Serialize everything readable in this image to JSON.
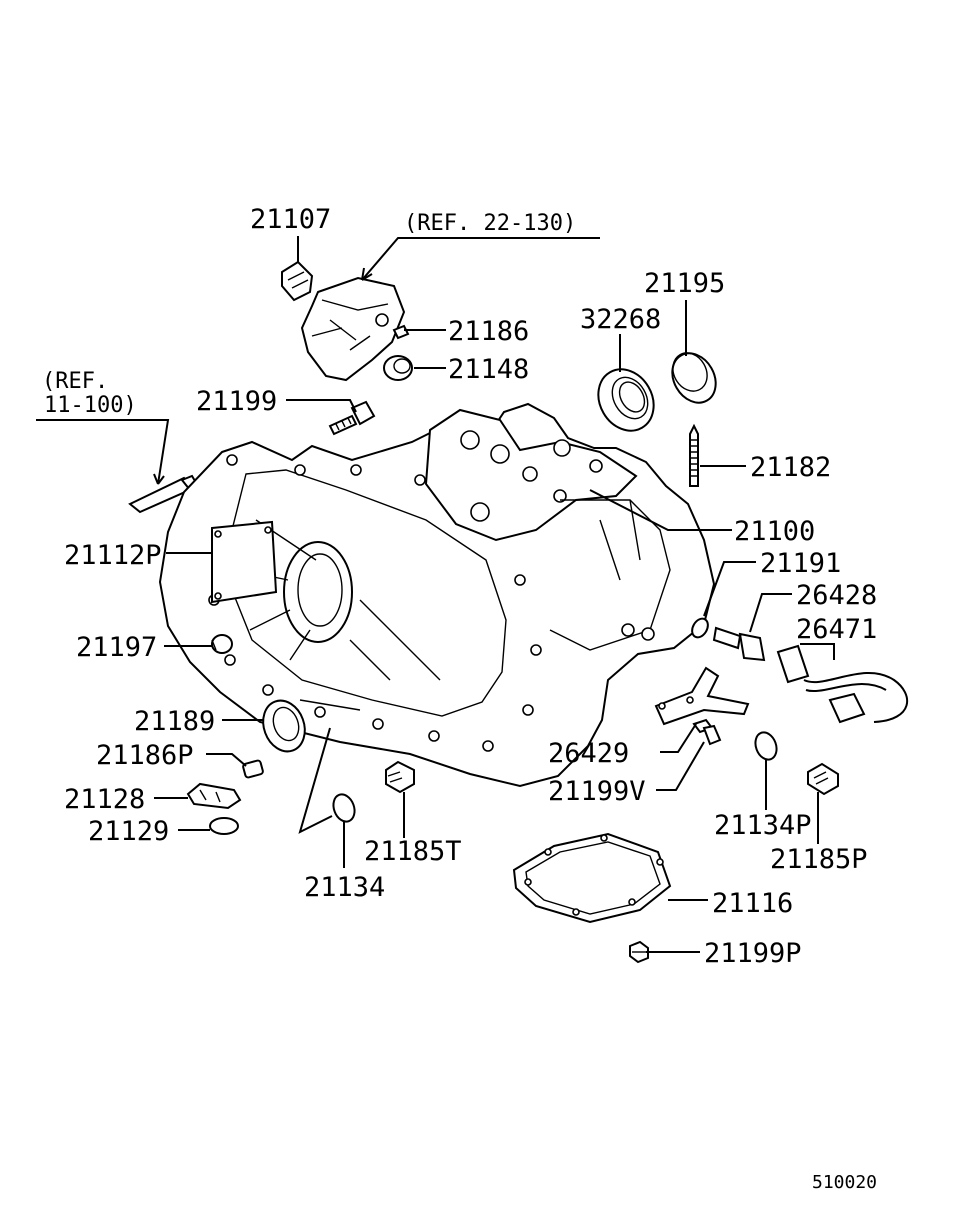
{
  "labels": {
    "p21107": "21107",
    "ref22": "(REF. 22-130)",
    "p21186": "21186",
    "p21148": "21148",
    "p21195": "21195",
    "p32268": "32268",
    "ref11a": "(REF.",
    "ref11b": "11-100)",
    "p21199": "21199",
    "p21182": "21182",
    "p21100": "21100",
    "p21112P": "21112P",
    "p21191": "21191",
    "p26428": "26428",
    "p26471": "26471",
    "p21197": "21197",
    "p21189": "21189",
    "p21186P": "21186P",
    "p26429": "26429",
    "p21199V": "21199V",
    "p21128": "21128",
    "p21129": "21129",
    "p21134P": "21134P",
    "p21185P": "21185P",
    "p21185T": "21185T",
    "p21134": "21134",
    "p21116": "21116",
    "p21199P": "21199P"
  },
  "diagram_code": "510020"
}
